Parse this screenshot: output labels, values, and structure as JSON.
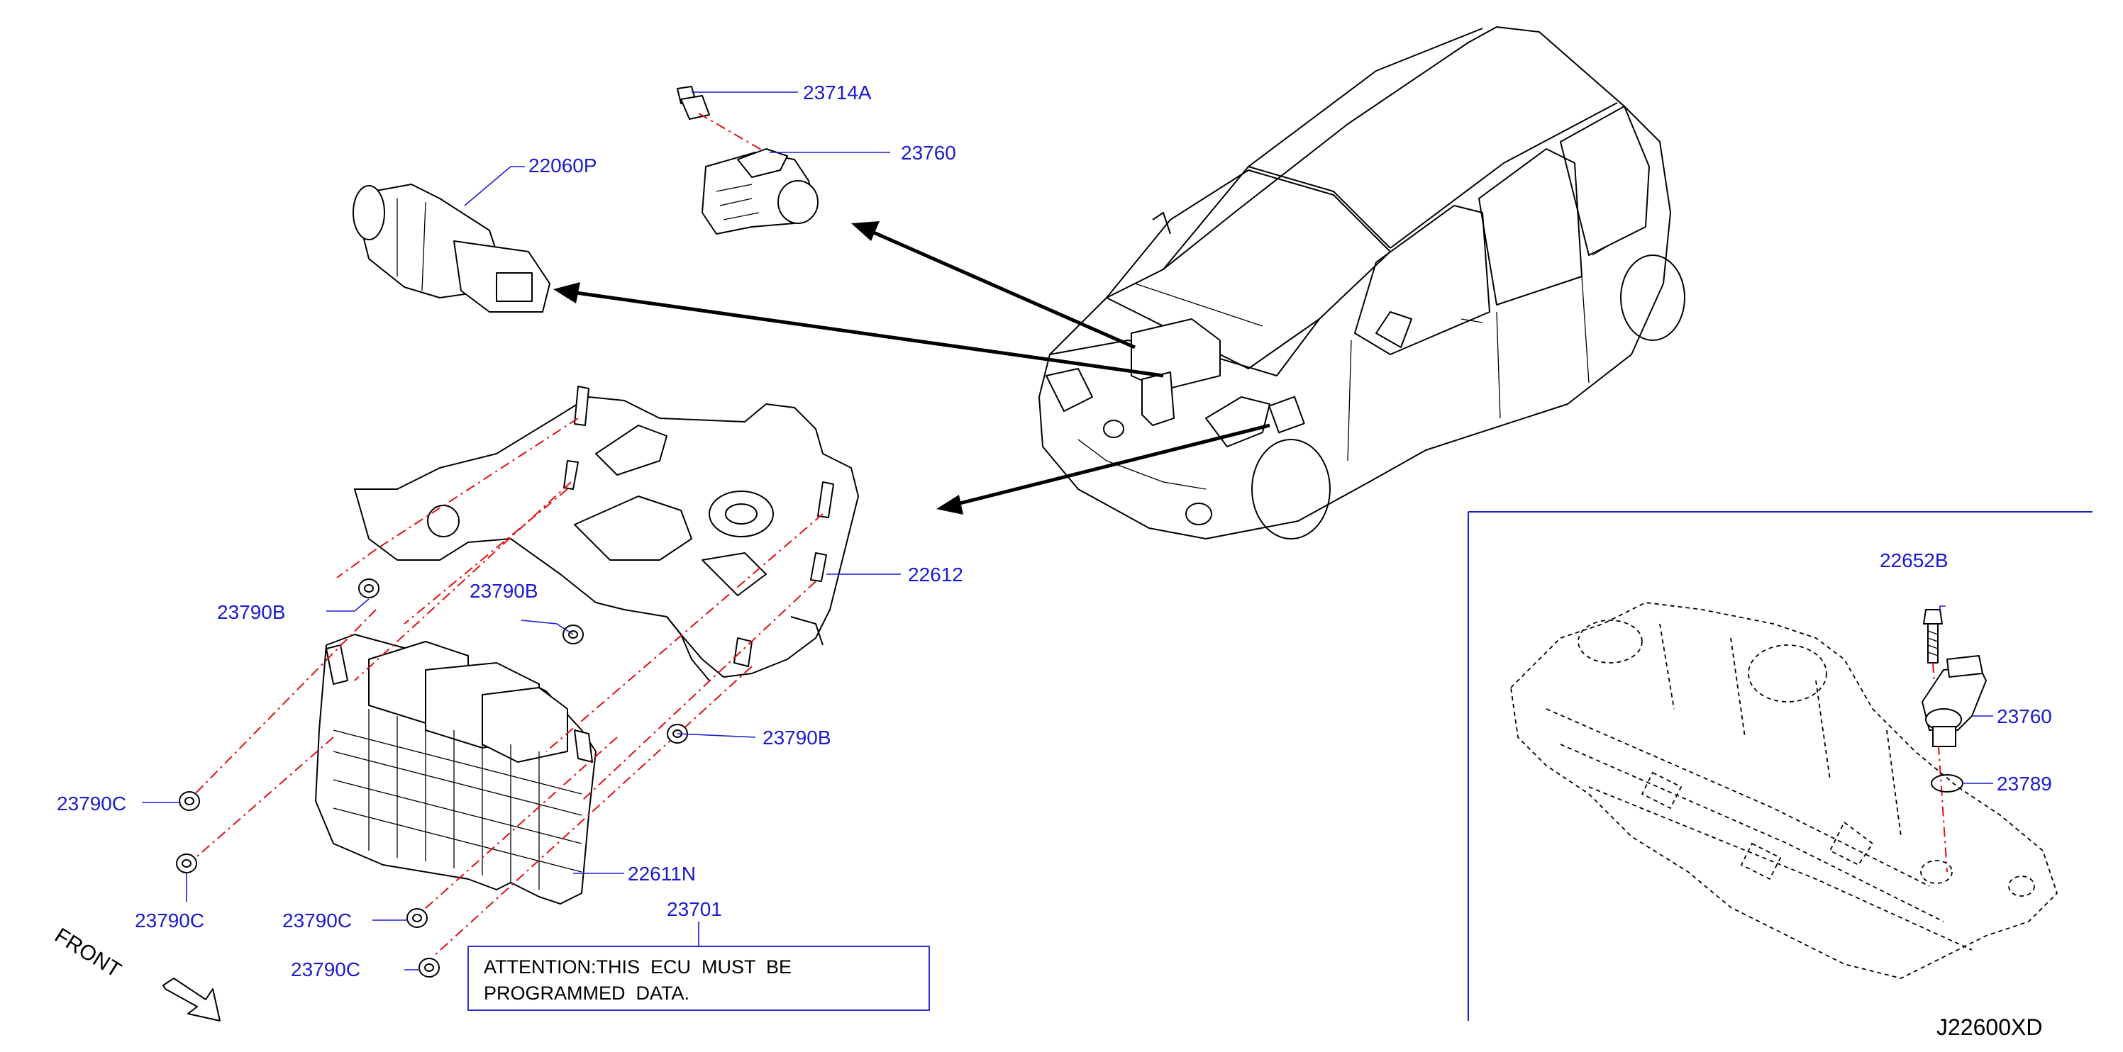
{
  "labels": {
    "p23714A": "23714A",
    "p23760_top": "23760",
    "p22060P": "22060P",
    "p22612": "22612",
    "p23790B_left": "23790B",
    "p23790B_mid": "23790B",
    "p23790B_low": "23790B",
    "p23790C_1": "23790C",
    "p23790C_2": "23790C",
    "p23790C_3": "23790C",
    "p23790C_4": "23790C",
    "p22611N": "22611N",
    "p23701": "23701",
    "p22652B": "22652B",
    "p23760_inset": "23760",
    "p23789": "23789"
  },
  "attention_note": {
    "line1": "ATTENTION:THIS  ECU  MUST  BE",
    "line2": "PROGRAMMED  DATA."
  },
  "front_label": "FRONT",
  "diagram_code": "J22600XD"
}
